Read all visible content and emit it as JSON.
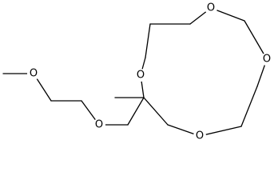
{
  "diagram": {
    "atoms": [
      {
        "id": "o_ring_top",
        "element": "O"
      },
      {
        "id": "o_ring_right",
        "element": "O"
      },
      {
        "id": "o_ring_left",
        "element": "O"
      },
      {
        "id": "o_ring_bottom",
        "element": "O"
      },
      {
        "id": "o_chain_methoxy",
        "element": "O"
      },
      {
        "id": "o_chain_ether",
        "element": "O"
      }
    ]
  }
}
